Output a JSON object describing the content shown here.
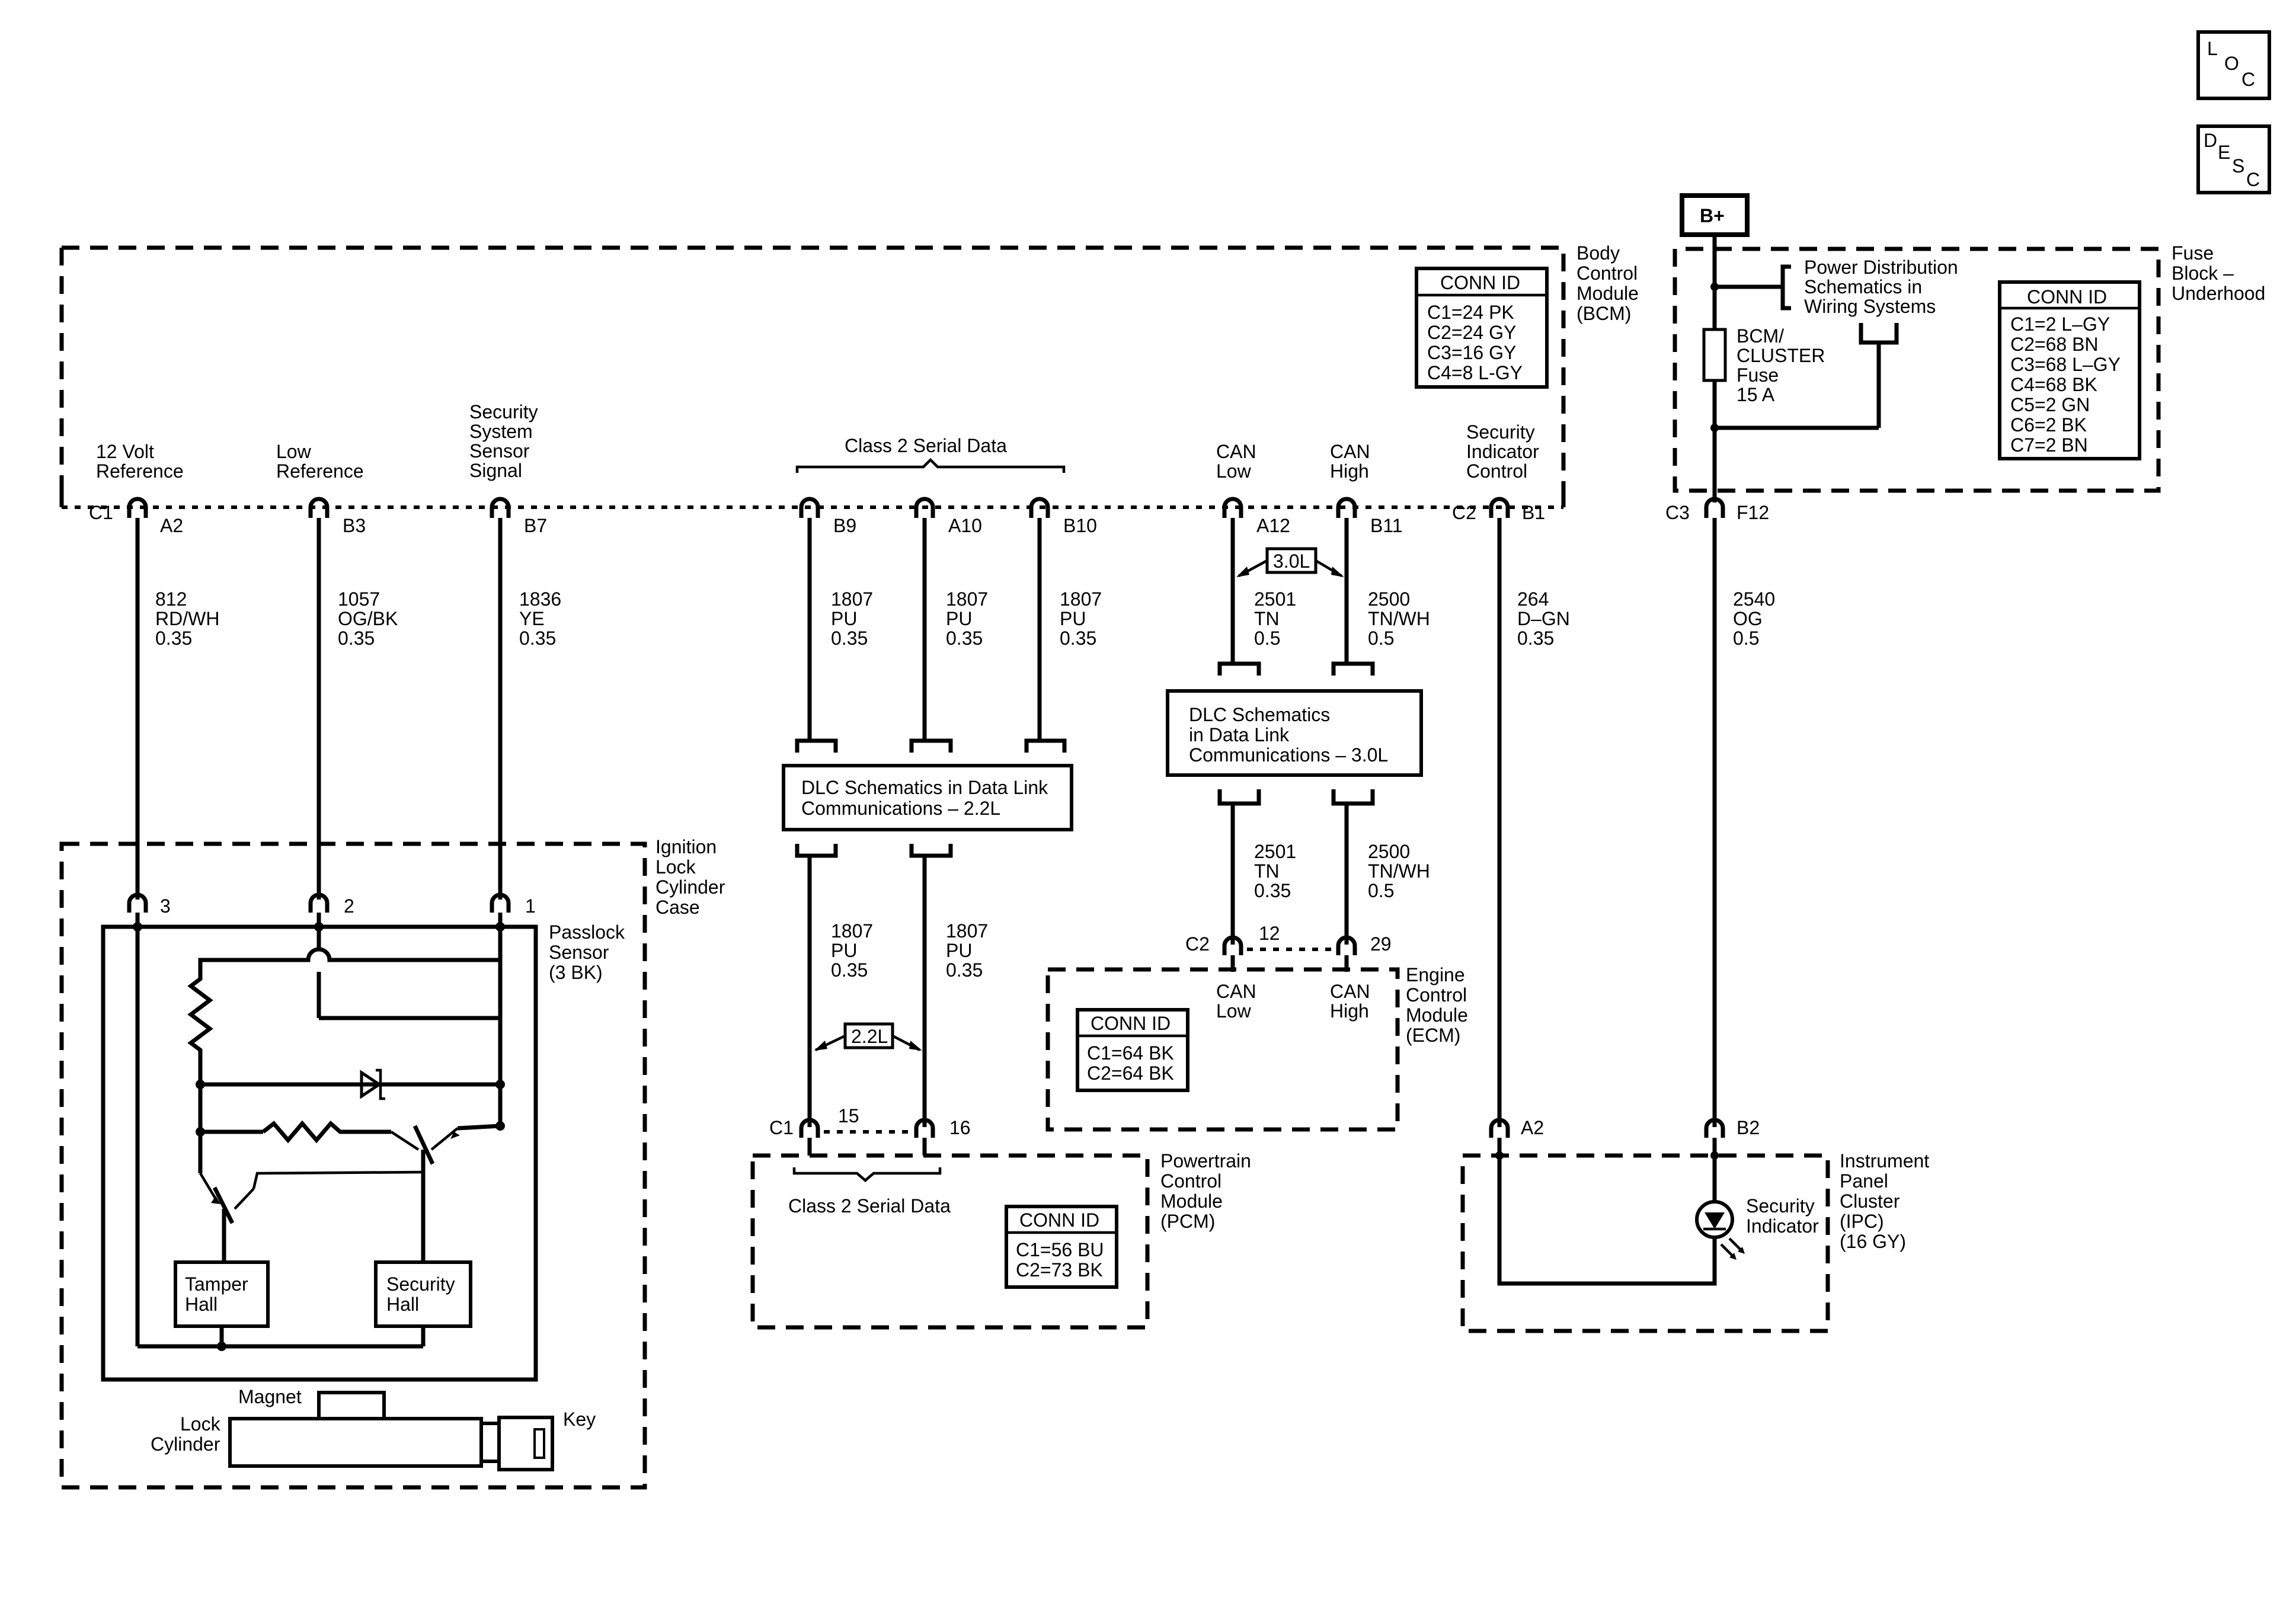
{
  "corner_icons": {
    "loc": [
      "L",
      "O",
      "C"
    ],
    "desc": [
      "D",
      "E",
      "S",
      "C"
    ]
  },
  "power": {
    "bplus": "B+",
    "dist_note": [
      "Power Distribution",
      "Schematics in",
      "Wiring Systems"
    ],
    "fuse_label": [
      "BCM/",
      "CLUSTER",
      "Fuse",
      "15 A"
    ]
  },
  "modules": {
    "bcm": [
      "Body",
      "Control",
      "Module",
      "(BCM)"
    ],
    "fuse_block": [
      "Fuse",
      "Block –",
      "Underhood"
    ],
    "ignition": [
      "Ignition",
      "Lock",
      "Cylinder",
      "Case"
    ],
    "ecm": [
      "Engine",
      "Control",
      "Module",
      "(ECM)"
    ],
    "pcm": [
      "Powertrain",
      "Control",
      "Module",
      "(PCM)"
    ],
    "ipc": [
      "Instrument",
      "Panel",
      "Cluster",
      "(IPC)",
      "(16 GY)"
    ]
  },
  "conn_ids": {
    "title": "CONN ID",
    "bcm": [
      "C1=24 PK",
      "C2=24 GY",
      "C3=16 GY",
      "C4=8 L-GY"
    ],
    "fuse_block": [
      "C1=2 L–GY",
      "C2=68 BN",
      "C3=68 L–GY",
      "C4=68 BK",
      "C5=2 GN",
      "C6=2 BK",
      "C7=2 BN"
    ],
    "ecm": [
      "C1=64 BK",
      "C2=64 BK"
    ],
    "pcm": [
      "C1=56 BU",
      "C2=73 BK"
    ]
  },
  "bcm_signals": {
    "v12": [
      "12 Volt",
      "Reference"
    ],
    "lowref": [
      "Low",
      "Reference"
    ],
    "sec_signal": [
      "Security",
      "System",
      "Sensor",
      "Signal"
    ],
    "class2": "Class 2 Serial Data",
    "can_low": [
      "CAN",
      "Low"
    ],
    "can_high": [
      "CAN",
      "High"
    ],
    "sec_ind": [
      "Security",
      "Indicator",
      "Control"
    ]
  },
  "pins": {
    "c1": "C1",
    "a2": "A2",
    "b3": "B3",
    "b7": "B7",
    "b9": "B9",
    "a10": "A10",
    "b10": "B10",
    "a12": "A12",
    "b11": "B11",
    "c2": "C2",
    "b1": "B1",
    "c3": "C3",
    "f12": "F12",
    "p3": "3",
    "p2": "2",
    "p1": "1",
    "ecm_c2": "C2",
    "ecm_12": "12",
    "ecm_29": "29",
    "pcm_c1": "C1",
    "pcm_15": "15",
    "pcm_16": "16",
    "ipc_a2": "A2",
    "ipc_b2": "B2"
  },
  "wires": {
    "w812": [
      "812",
      "RD/WH",
      "0.35"
    ],
    "w1057": [
      "1057",
      "OG/BK",
      "0.35"
    ],
    "w1836": [
      "1836",
      "YE",
      "0.35"
    ],
    "w1807a": [
      "1807",
      "PU",
      "0.35"
    ],
    "w1807b": [
      "1807",
      "PU",
      "0.35"
    ],
    "w1807c": [
      "1807",
      "PU",
      "0.35"
    ],
    "w2501a": [
      "2501",
      "TN",
      "0.5"
    ],
    "w2500a": [
      "2500",
      "TN/WH",
      "0.5"
    ],
    "w264": [
      "264",
      "D–GN",
      "0.35"
    ],
    "w2540": [
      "2540",
      "OG",
      "0.5"
    ],
    "w1807d": [
      "1807",
      "PU",
      "0.35"
    ],
    "w1807e": [
      "1807",
      "PU",
      "0.35"
    ],
    "w2501b": [
      "2501",
      "TN",
      "0.35"
    ],
    "w2500b": [
      "2500",
      "TN/WH",
      "0.5"
    ]
  },
  "dlc": {
    "d22": [
      "DLC Schematics in Data Link",
      "Communications  –  2.2L"
    ],
    "d30": [
      "DLC Schematics",
      "in Data Link",
      "Communications – 3.0L"
    ],
    "tag30": "3.0L",
    "tag22": "2.2L"
  },
  "sensor": {
    "passlock": [
      "Passlock",
      "Sensor",
      "(3 BK)"
    ],
    "tamper": [
      "Tamper",
      "Hall"
    ],
    "security": [
      "Security",
      "Hall"
    ],
    "magnet": "Magnet",
    "lock_cyl": [
      "Lock",
      "Cylinder"
    ],
    "key": "Key"
  },
  "ecm_labels": {
    "can_low": [
      "CAN",
      "Low"
    ],
    "can_high": [
      "CAN",
      "High"
    ]
  },
  "pcm_labels": {
    "class2": "Class 2 Serial Data"
  },
  "ipc_labels": {
    "sec_ind": [
      "Security",
      "Indicator"
    ]
  }
}
